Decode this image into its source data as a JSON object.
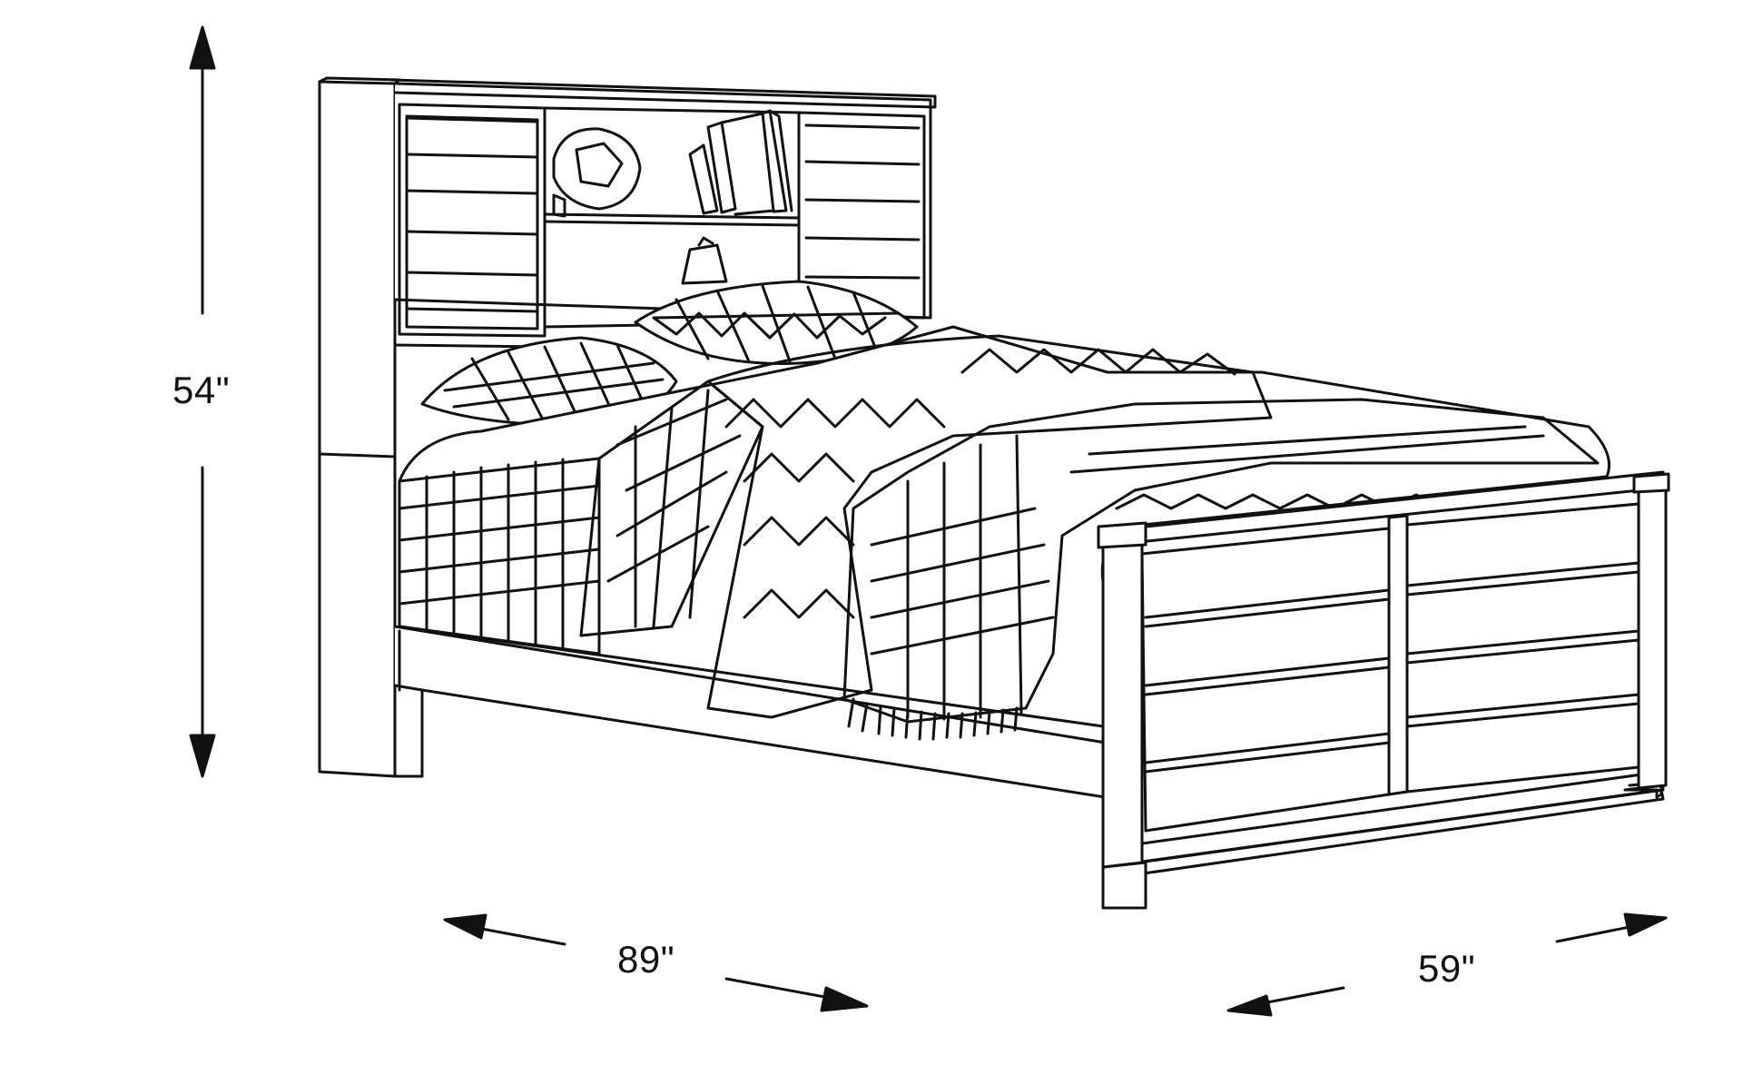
{
  "dimensions": {
    "height": "54\"",
    "length": "89\"",
    "width": "59\""
  },
  "colors": {
    "line": "#111111",
    "fill": "#ffffff",
    "shade": "#e9e9e9"
  }
}
